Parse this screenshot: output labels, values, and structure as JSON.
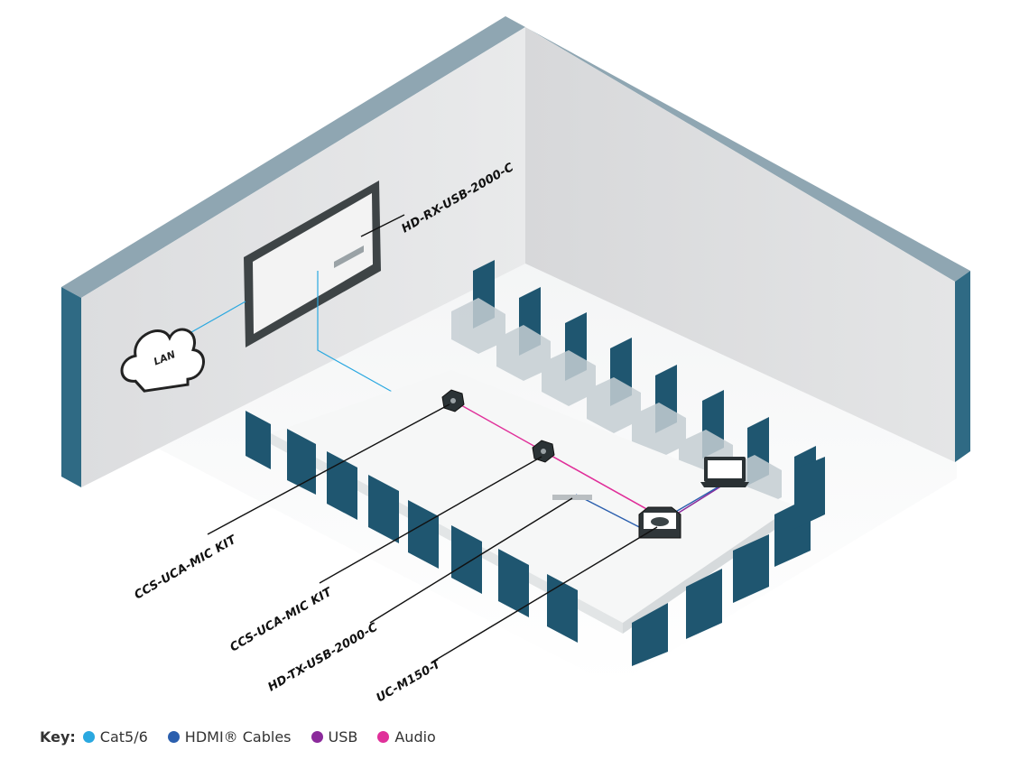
{
  "diagram": {
    "wall_label": "HD-RX-USB-2000-C",
    "cloud_label": "LAN",
    "callouts": [
      {
        "id": "mic1",
        "text": "CCS-UCA-MIC KIT"
      },
      {
        "id": "mic2",
        "text": "CCS-UCA-MIC KIT"
      },
      {
        "id": "tx",
        "text": "HD-TX-USB-2000-C"
      },
      {
        "id": "uc",
        "text": "UC-M150-T"
      }
    ]
  },
  "legend": {
    "key_label": "Key:",
    "items": [
      {
        "label": "Cat5/6",
        "color": "#2aa8e0"
      },
      {
        "label": "HDMI® Cables",
        "color": "#2b5fae"
      },
      {
        "label": "USB",
        "color": "#8b2a9b"
      },
      {
        "label": "Audio",
        "color": "#e0309a"
      }
    ]
  },
  "colors": {
    "wall_face": "#e6e7e8",
    "wall_edge": "#3d6f86",
    "chair": "#1f5670",
    "table": "#f4f4f4"
  }
}
